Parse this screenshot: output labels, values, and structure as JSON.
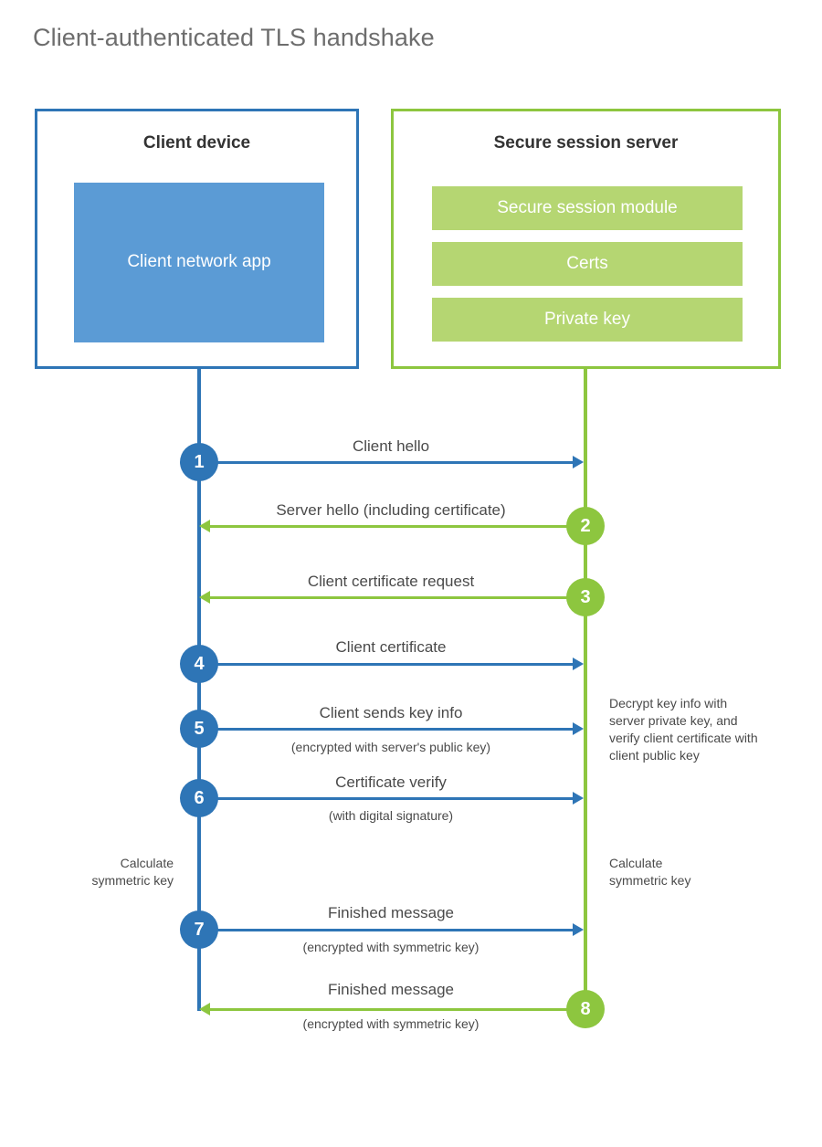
{
  "title": "Client-authenticated TLS handshake",
  "colors": {
    "client_accent": "#2E75B6",
    "server_accent": "#8DC63F",
    "client_app_fill": "#5B9BD5",
    "server_block_fill": "#B5D672",
    "text": "#4a4a4a",
    "title_text": "#6d6d6d"
  },
  "actors": {
    "client": {
      "title": "Client device",
      "blocks": [
        {
          "label": "Client network app"
        }
      ]
    },
    "server": {
      "title": "Secure session server",
      "blocks": [
        {
          "label": "Secure session module"
        },
        {
          "label": "Certs"
        },
        {
          "label": "Private key"
        }
      ]
    }
  },
  "notes": [
    {
      "id": "server-decrypt",
      "text": "Decrypt key info with server private key, and verify client certificate with client public key"
    },
    {
      "id": "client-calc",
      "text": "Calculate symmetric key"
    },
    {
      "id": "server-calc",
      "text": "Calculate symmetric key"
    }
  ],
  "steps": [
    {
      "number": "1",
      "label": "Client hello",
      "sublabel": "",
      "direction": "client-to-server",
      "color": "blue"
    },
    {
      "number": "2",
      "label": "Server hello (including certificate)",
      "sublabel": "",
      "direction": "server-to-client",
      "color": "green"
    },
    {
      "number": "3",
      "label": "Client certificate request",
      "sublabel": "",
      "direction": "server-to-client",
      "color": "green"
    },
    {
      "number": "4",
      "label": "Client certificate",
      "sublabel": "",
      "direction": "client-to-server",
      "color": "blue"
    },
    {
      "number": "5",
      "label": "Client sends key info",
      "sublabel": "(encrypted with server's public key)",
      "direction": "client-to-server",
      "color": "blue"
    },
    {
      "number": "6",
      "label": "Certificate verify",
      "sublabel": "(with digital signature)",
      "direction": "client-to-server",
      "color": "blue"
    },
    {
      "number": "7",
      "label": "Finished message",
      "sublabel": "(encrypted with symmetric key)",
      "direction": "client-to-server",
      "color": "blue"
    },
    {
      "number": "8",
      "label": "Finished message",
      "sublabel": "(encrypted with symmetric key)",
      "direction": "server-to-client",
      "color": "green"
    }
  ]
}
